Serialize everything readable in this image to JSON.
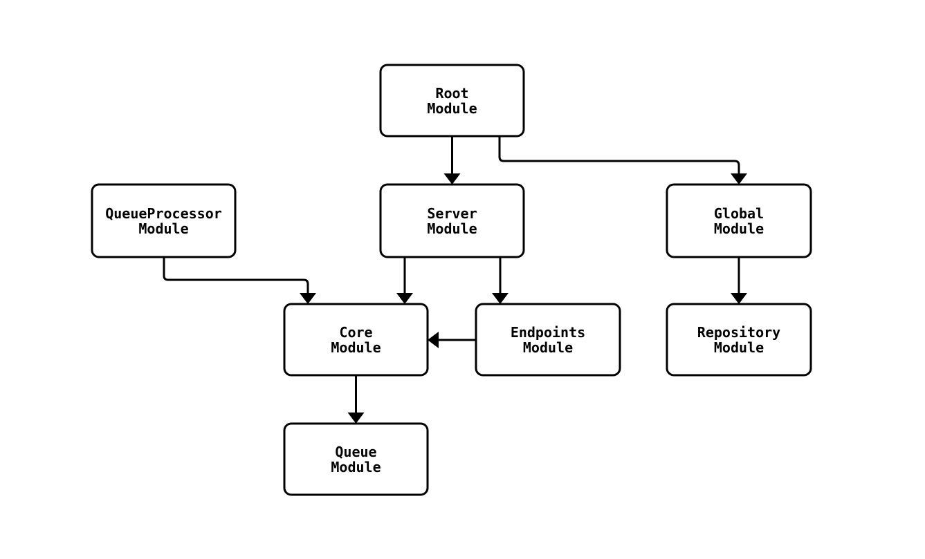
{
  "diagram": {
    "type": "module-dependency-flowchart",
    "colors": {
      "background": "#ffffff",
      "node_fill": "#ffffff",
      "node_border": "#000000",
      "edge_stroke": "#000000",
      "text": "#000000"
    },
    "nodes": {
      "root": {
        "line1": "Root",
        "line2": "Module"
      },
      "queue_processor": {
        "line1": "QueueProcessor",
        "line2": "Module"
      },
      "server": {
        "line1": "Server",
        "line2": "Module"
      },
      "global": {
        "line1": "Global",
        "line2": "Module"
      },
      "core": {
        "line1": "Core",
        "line2": "Module"
      },
      "endpoints": {
        "line1": "Endpoints",
        "line2": "Module"
      },
      "repository": {
        "line1": "Repository",
        "line2": "Module"
      },
      "queue": {
        "line1": "Queue",
        "line2": "Module"
      }
    },
    "edges": [
      {
        "from": "Root Module",
        "to": "Server Module"
      },
      {
        "from": "Root Module",
        "to": "Global Module"
      },
      {
        "from": "QueueProcessor Module",
        "to": "Core Module"
      },
      {
        "from": "Server Module",
        "to": "Core Module"
      },
      {
        "from": "Server Module",
        "to": "Endpoints Module"
      },
      {
        "from": "Endpoints Module",
        "to": "Core Module"
      },
      {
        "from": "Core Module",
        "to": "Queue Module"
      },
      {
        "from": "Global Module",
        "to": "Repository Module"
      }
    ]
  }
}
